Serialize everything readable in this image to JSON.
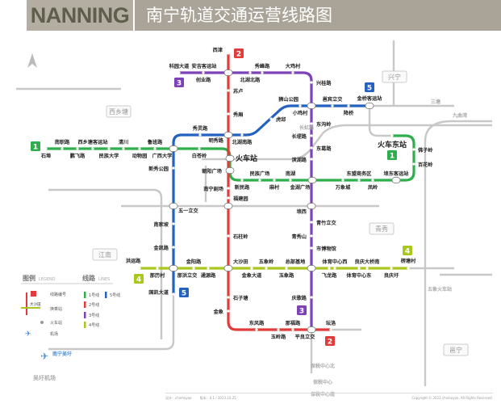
{
  "header": {
    "title_en": "NANNING",
    "title_cn": "南宁轨道交通运营线路图"
  },
  "colors": {
    "line1": "#2eaf4b",
    "line2": "#e23b3b",
    "line3": "#7d43b6",
    "line4": "#a9c71f",
    "line5": "#2362bf",
    "planned": "#c8c8c8",
    "header": "#aaa498"
  },
  "lines": [
    {
      "id": "1",
      "stations": [
        "石埠",
        "南职路",
        "鹏飞路",
        "西乡塘客运站",
        "民族大学",
        "清川",
        "动物园",
        "鲁班路",
        "广西大学",
        "白苍岭",
        "火车站",
        "新民路",
        "民族广场",
        "麻村",
        "南湖",
        "金湖广场",
        "万象城",
        "东盟商务区",
        "凤岭",
        "埌东客运站",
        "百花岭",
        "佛子岭",
        "火车东站"
      ]
    },
    {
      "id": "2",
      "stations": [
        "西津",
        "安吉客运站",
        "苏卢",
        "秀厢",
        "明秀路",
        "朝阳广场",
        "南宁剧场",
        "福建园",
        "石柱岭",
        "大沙田",
        "石子塘",
        "金象",
        "东风路",
        "玉岭路",
        "那福路",
        "平良立交",
        "坛洛"
      ]
    },
    {
      "id": "3",
      "stations": [
        "科园大道",
        "创业路",
        "北湖北路",
        "秀峰路",
        "大鸡村",
        "兴桂路",
        "狮山公园",
        "东沟岭",
        "长堽路",
        "东葛路",
        "滨湖路",
        "埌西",
        "青竹立交",
        "青秀山",
        "市博物馆",
        "总部基地",
        "庆歌路"
      ]
    },
    {
      "id": "4",
      "stations": [
        "洪运路",
        "那历村",
        "那洪立交",
        "金阳路",
        "通源路",
        "金象大道",
        "五象岭",
        "玉象路",
        "体育中心西",
        "飞龙路",
        "良庆大桥南",
        "体育中心东",
        "良庆圩",
        "楞塘村"
      ]
    },
    {
      "id": "5",
      "stations": [
        "金桥客运站",
        "邕宾立交",
        "降桥",
        "小鸡村",
        "虎邱",
        "北湖南路",
        "秀灵路",
        "新秀公园",
        "五一立交",
        "南家坡",
        "金凯路",
        "国凯大道"
      ]
    }
  ],
  "planned_stations": [
    "三塘",
    "九曲湾",
    "长虹路",
    "保税中心北",
    "保税中心",
    "保税中心南",
    "五象火车站",
    "吴圩机场"
  ],
  "districts": [
    "西乡塘",
    "兴宁",
    "江南",
    "青秀",
    "邕宁"
  ],
  "legend": {
    "title": "图例",
    "title_en": "LEGEND",
    "lines_title": "线路",
    "lines_title_en": "LINES",
    "items": [
      "线路编号",
      "换乘站",
      "火车站",
      "机场"
    ],
    "sample_station": "大沙田",
    "line_items": [
      "1号线",
      "2号线",
      "3号线",
      "4号线",
      "5号线"
    ]
  },
  "airport": {
    "label": "南宁吴圩"
  },
  "footer": {
    "design": "设计：chinhoyoo",
    "version": "版本：4.1 / 2023.10.25",
    "copyright": "Copyright © 2022 chinhoyoo. All Rights Reserved."
  }
}
